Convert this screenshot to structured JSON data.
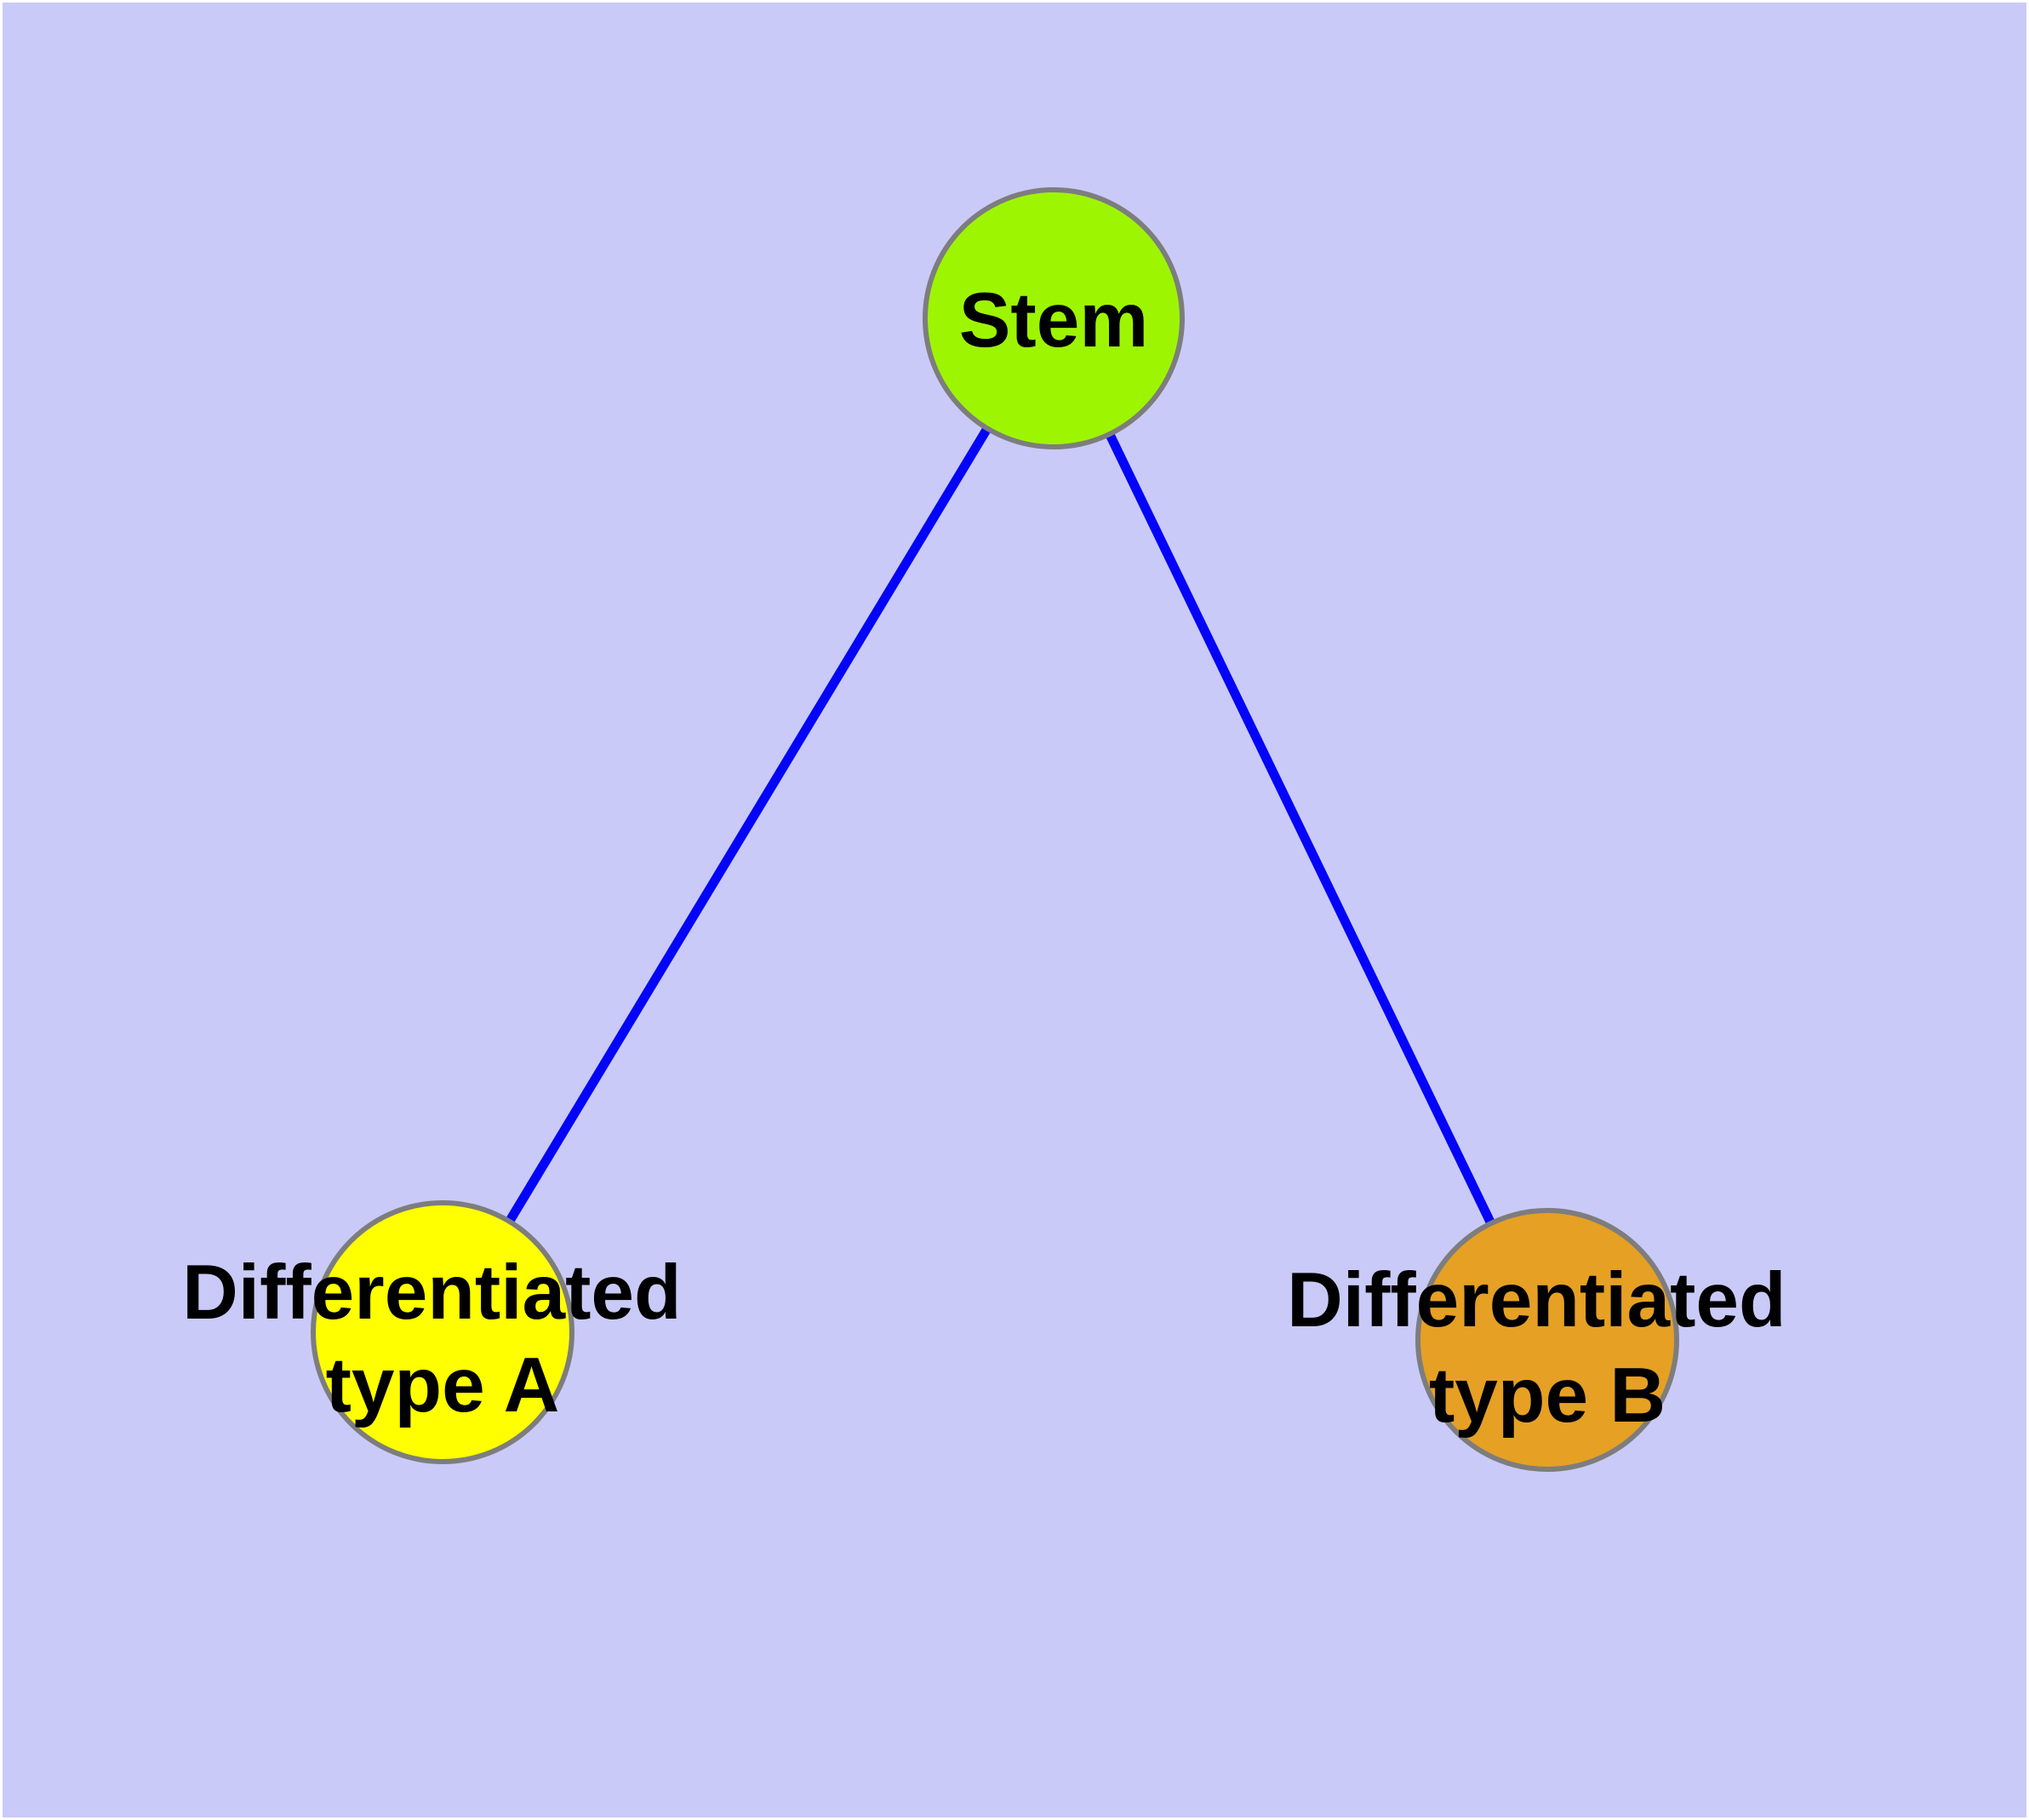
{
  "diagram": {
    "type": "node-link-graph",
    "background_color": "#CACAF8",
    "frame_color": "#FFFFFF",
    "edge_color": "#0404F8",
    "edge_width": 11,
    "node_border_color": "#7D7D7D",
    "node_border_width": 6,
    "label_color": "#000000",
    "nodes": [
      {
        "id": "stem",
        "label": "Stem",
        "label_lines": [
          "Stem"
        ],
        "fill": "#9EF502"
      },
      {
        "id": "differentiated-type-a",
        "label": "Differentiated type A",
        "label_lines": [
          "Differentiated",
          "type A"
        ],
        "fill": "#FFFF00"
      },
      {
        "id": "differentiated-type-b",
        "label": "Differentiated type B",
        "label_lines": [
          "Differentiated",
          "type B"
        ],
        "fill": "#E6A024"
      }
    ],
    "edges": [
      {
        "from": "stem",
        "to": "differentiated-type-a"
      },
      {
        "from": "stem",
        "to": "differentiated-type-b"
      }
    ]
  }
}
